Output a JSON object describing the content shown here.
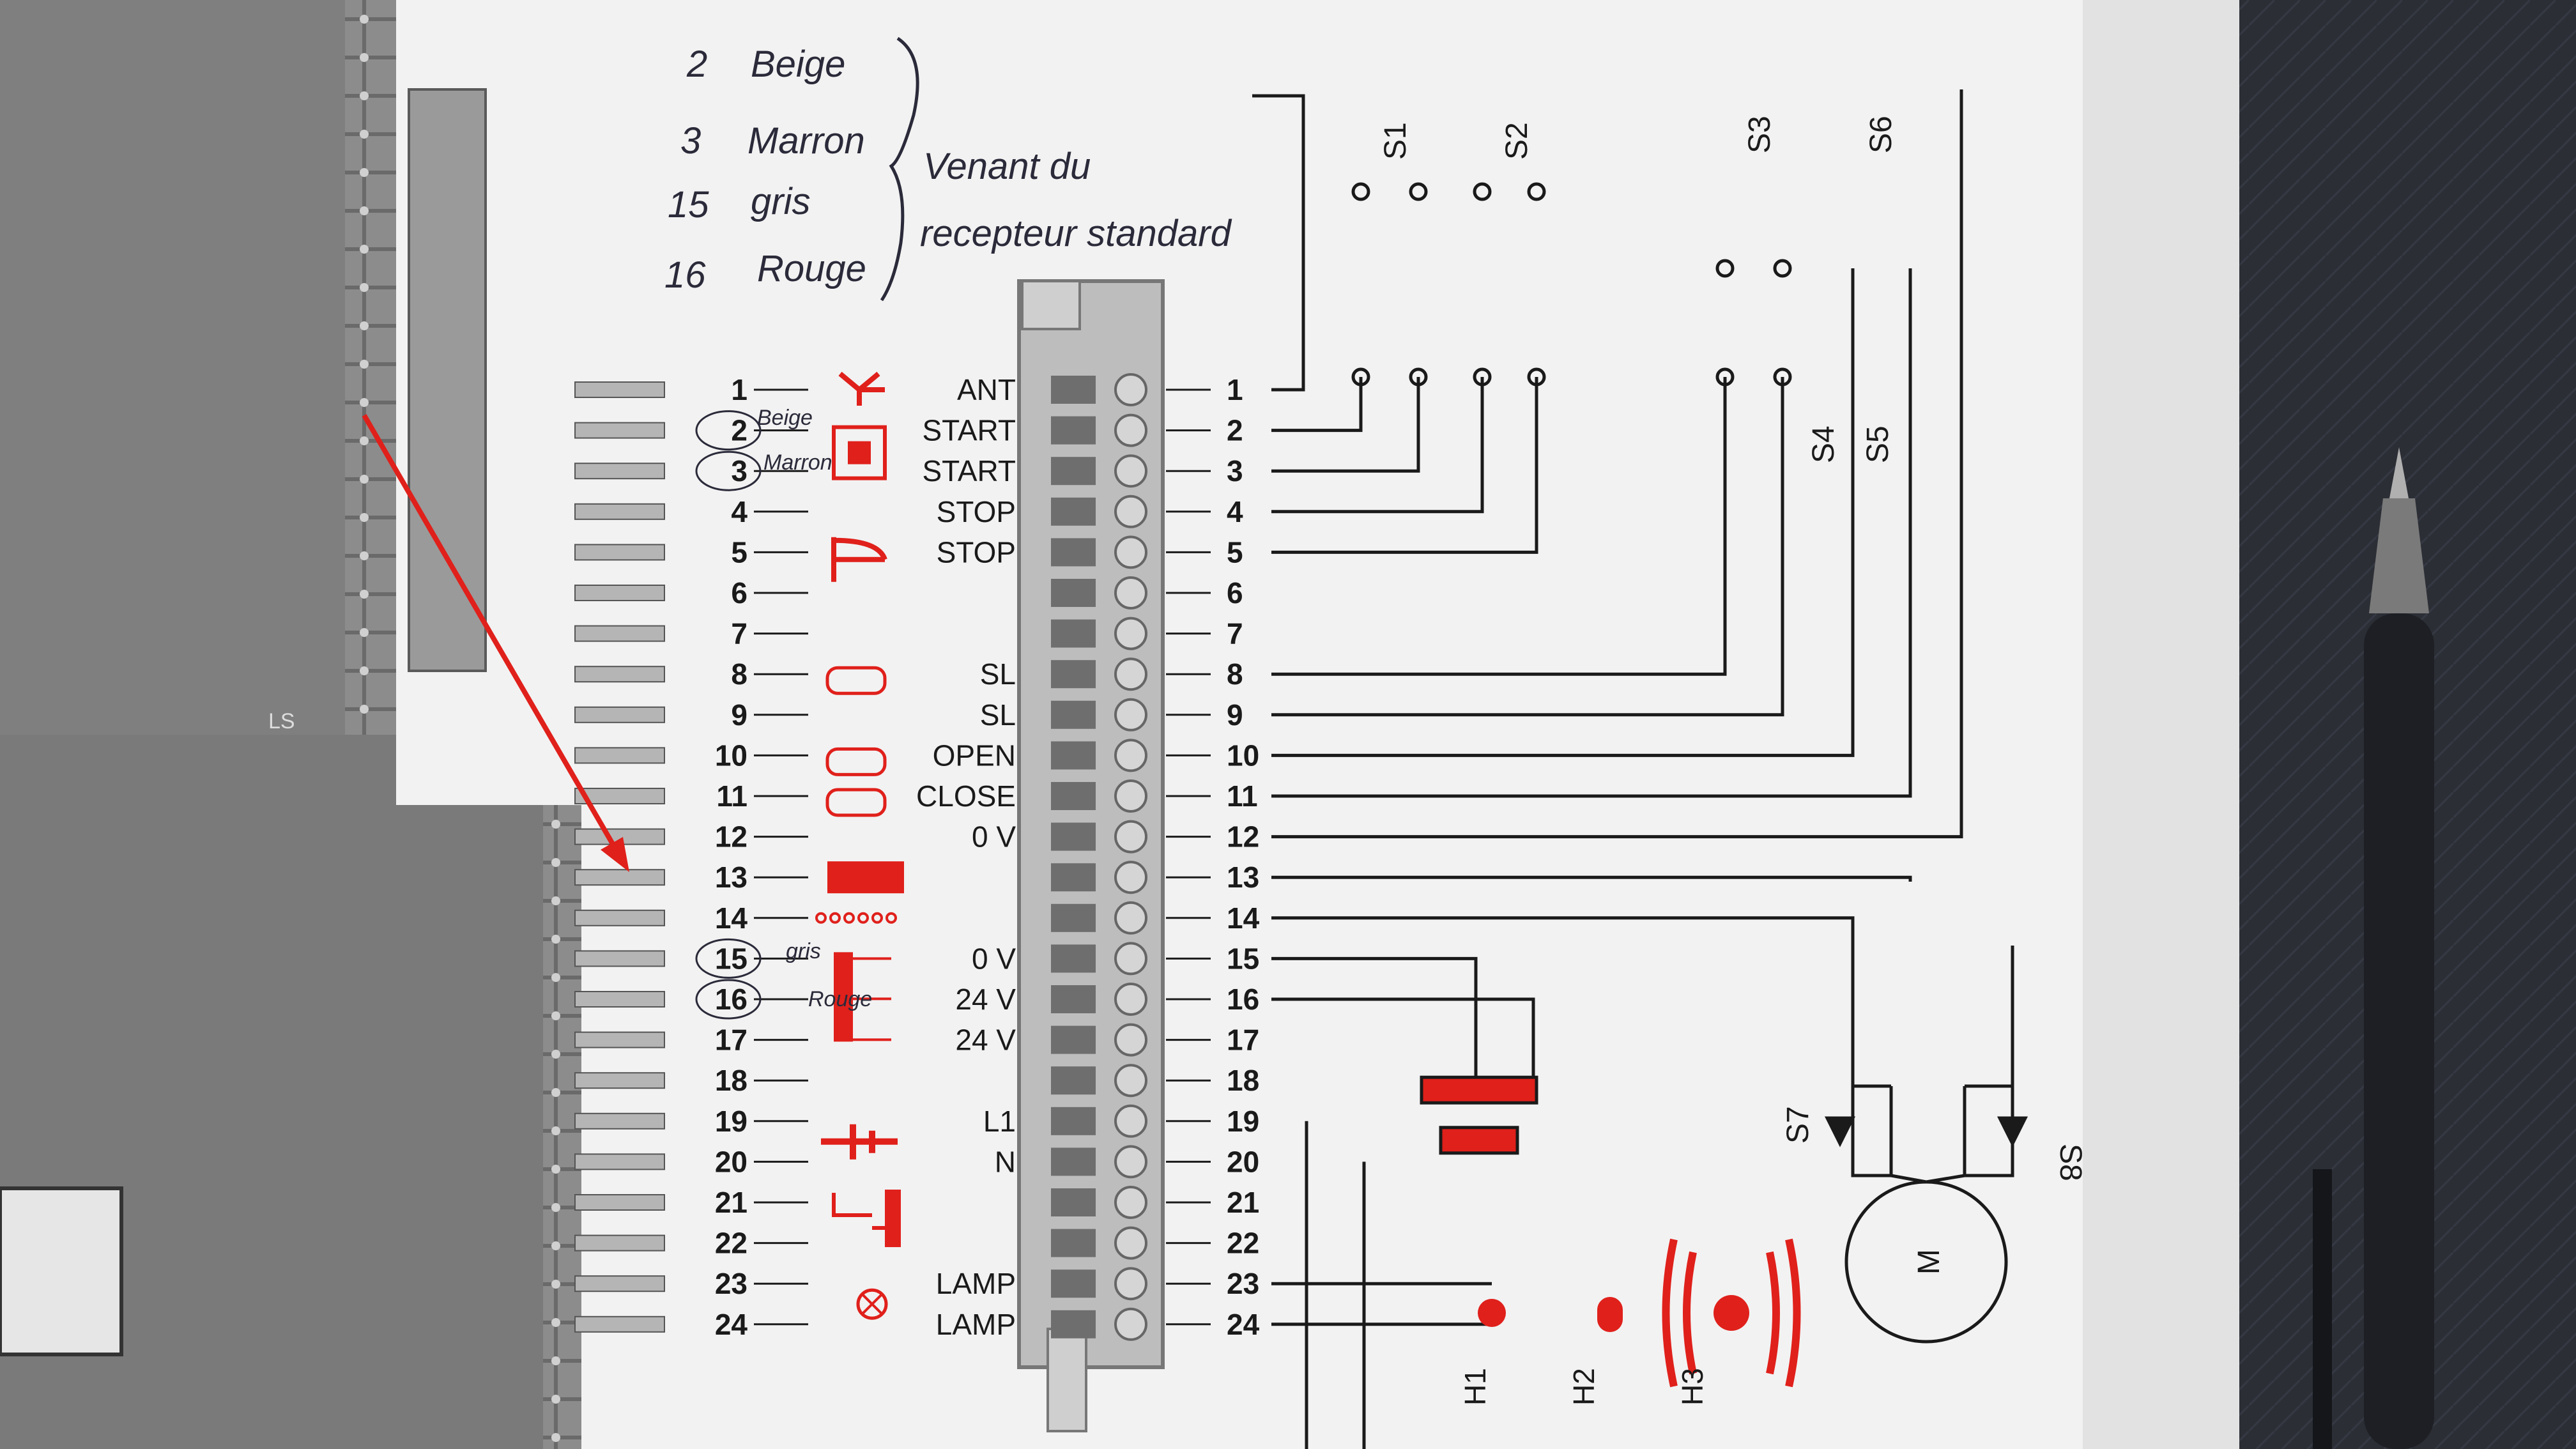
{
  "handwritten_note": {
    "lines": [
      {
        "num": "2",
        "word": "Beige"
      },
      {
        "num": "3",
        "word": "Marron"
      },
      {
        "num": "15",
        "word": "gris"
      },
      {
        "num": "16",
        "word": "Rouge"
      }
    ],
    "caption_line1": "Venant du",
    "caption_line2": "recepteur standard",
    "margin_note_2": "Beige",
    "margin_note_3": "Marron",
    "margin_note_15": "gris",
    "margin_note_16": "Rouge"
  },
  "terminals": [
    {
      "num": "1",
      "label": "ANT",
      "symbol": "antenna",
      "color": "red"
    },
    {
      "num": "2",
      "label": "START",
      "symbol": "button",
      "color": "red"
    },
    {
      "num": "3",
      "label": "START",
      "symbol": "",
      "color": ""
    },
    {
      "num": "4",
      "label": "STOP",
      "symbol": "stop",
      "color": "red"
    },
    {
      "num": "5",
      "label": "STOP",
      "symbol": "",
      "color": ""
    },
    {
      "num": "6",
      "label": "",
      "symbol": "",
      "color": ""
    },
    {
      "num": "7",
      "label": "",
      "symbol": "",
      "color": ""
    },
    {
      "num": "8",
      "label": "SL",
      "symbol": "limit",
      "color": "red"
    },
    {
      "num": "9",
      "label": "SL",
      "symbol": "",
      "color": ""
    },
    {
      "num": "10",
      "label": "OPEN",
      "symbol": "limit",
      "color": "red"
    },
    {
      "num": "11",
      "label": "CLOSE",
      "symbol": "limit",
      "color": "red"
    },
    {
      "num": "12",
      "label": "0 V",
      "symbol": "",
      "color": ""
    },
    {
      "num": "13",
      "label": "",
      "symbol": "block",
      "color": "red"
    },
    {
      "num": "14",
      "label": "",
      "symbol": "chain",
      "color": "red"
    },
    {
      "num": "15",
      "label": "0 V",
      "symbol": "power",
      "color": "red"
    },
    {
      "num": "16",
      "label": "24 V",
      "symbol": "",
      "color": ""
    },
    {
      "num": "17",
      "label": "24 V",
      "symbol": "",
      "color": ""
    },
    {
      "num": "18",
      "label": "",
      "symbol": "",
      "color": ""
    },
    {
      "num": "19",
      "label": "L1",
      "symbol": "plug",
      "color": "red"
    },
    {
      "num": "20",
      "label": "N",
      "symbol": "",
      "color": ""
    },
    {
      "num": "21",
      "label": "",
      "symbol": "contact",
      "color": "red"
    },
    {
      "num": "22",
      "label": "",
      "symbol": "",
      "color": ""
    },
    {
      "num": "23",
      "label": "LAMP",
      "symbol": "lamp",
      "color": "red"
    },
    {
      "num": "24",
      "label": "LAMP",
      "symbol": "",
      "color": ""
    }
  ],
  "circled_terminals": [
    "2",
    "3",
    "15",
    "16"
  ],
  "switches": {
    "s1": "S1",
    "s2": "S2",
    "s3": "S3",
    "s4": "S4",
    "s5": "S5",
    "s6": "S6",
    "s7": "S7",
    "s8": "S8"
  },
  "devices": {
    "h1": "H1",
    "h2": "H2",
    "h3": "H3",
    "motor": "M"
  },
  "board_marking": "LS",
  "colors": {
    "red": "#e0201b",
    "ink": "#1a1a1a",
    "paper": "#f2f2f2",
    "pcb": "#8f8f8f",
    "pen_ink": "#2a2a3a"
  }
}
